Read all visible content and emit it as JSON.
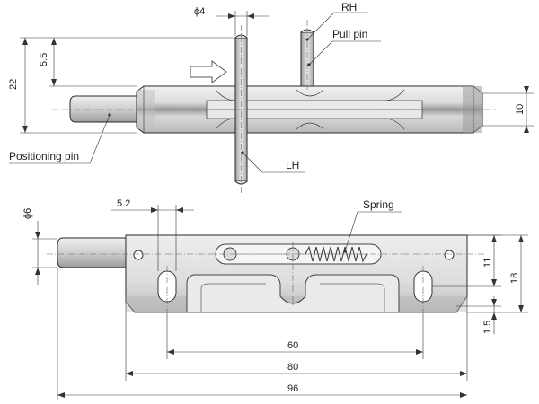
{
  "labels": {
    "rh": "RH",
    "pull_pin": "Pull pin",
    "positioning_pin": "Positioning pin",
    "lh": "LH",
    "spring": "Spring"
  },
  "dimensions": {
    "dia4": "ϕ4",
    "d5_5": "5.5",
    "d22": "22",
    "d10": "10",
    "dia6": "ϕ6",
    "d5_2": "5.2",
    "d11": "11",
    "d18": "18",
    "d1_5": "1.5",
    "d60": "60",
    "d80": "80",
    "d96": "96"
  },
  "colors": {
    "body_light": "#e6e6e6",
    "body_mid": "#c4c4c4",
    "body_dark": "#8c8c8c",
    "pin": "#d2d2d2",
    "line": "#333333"
  }
}
